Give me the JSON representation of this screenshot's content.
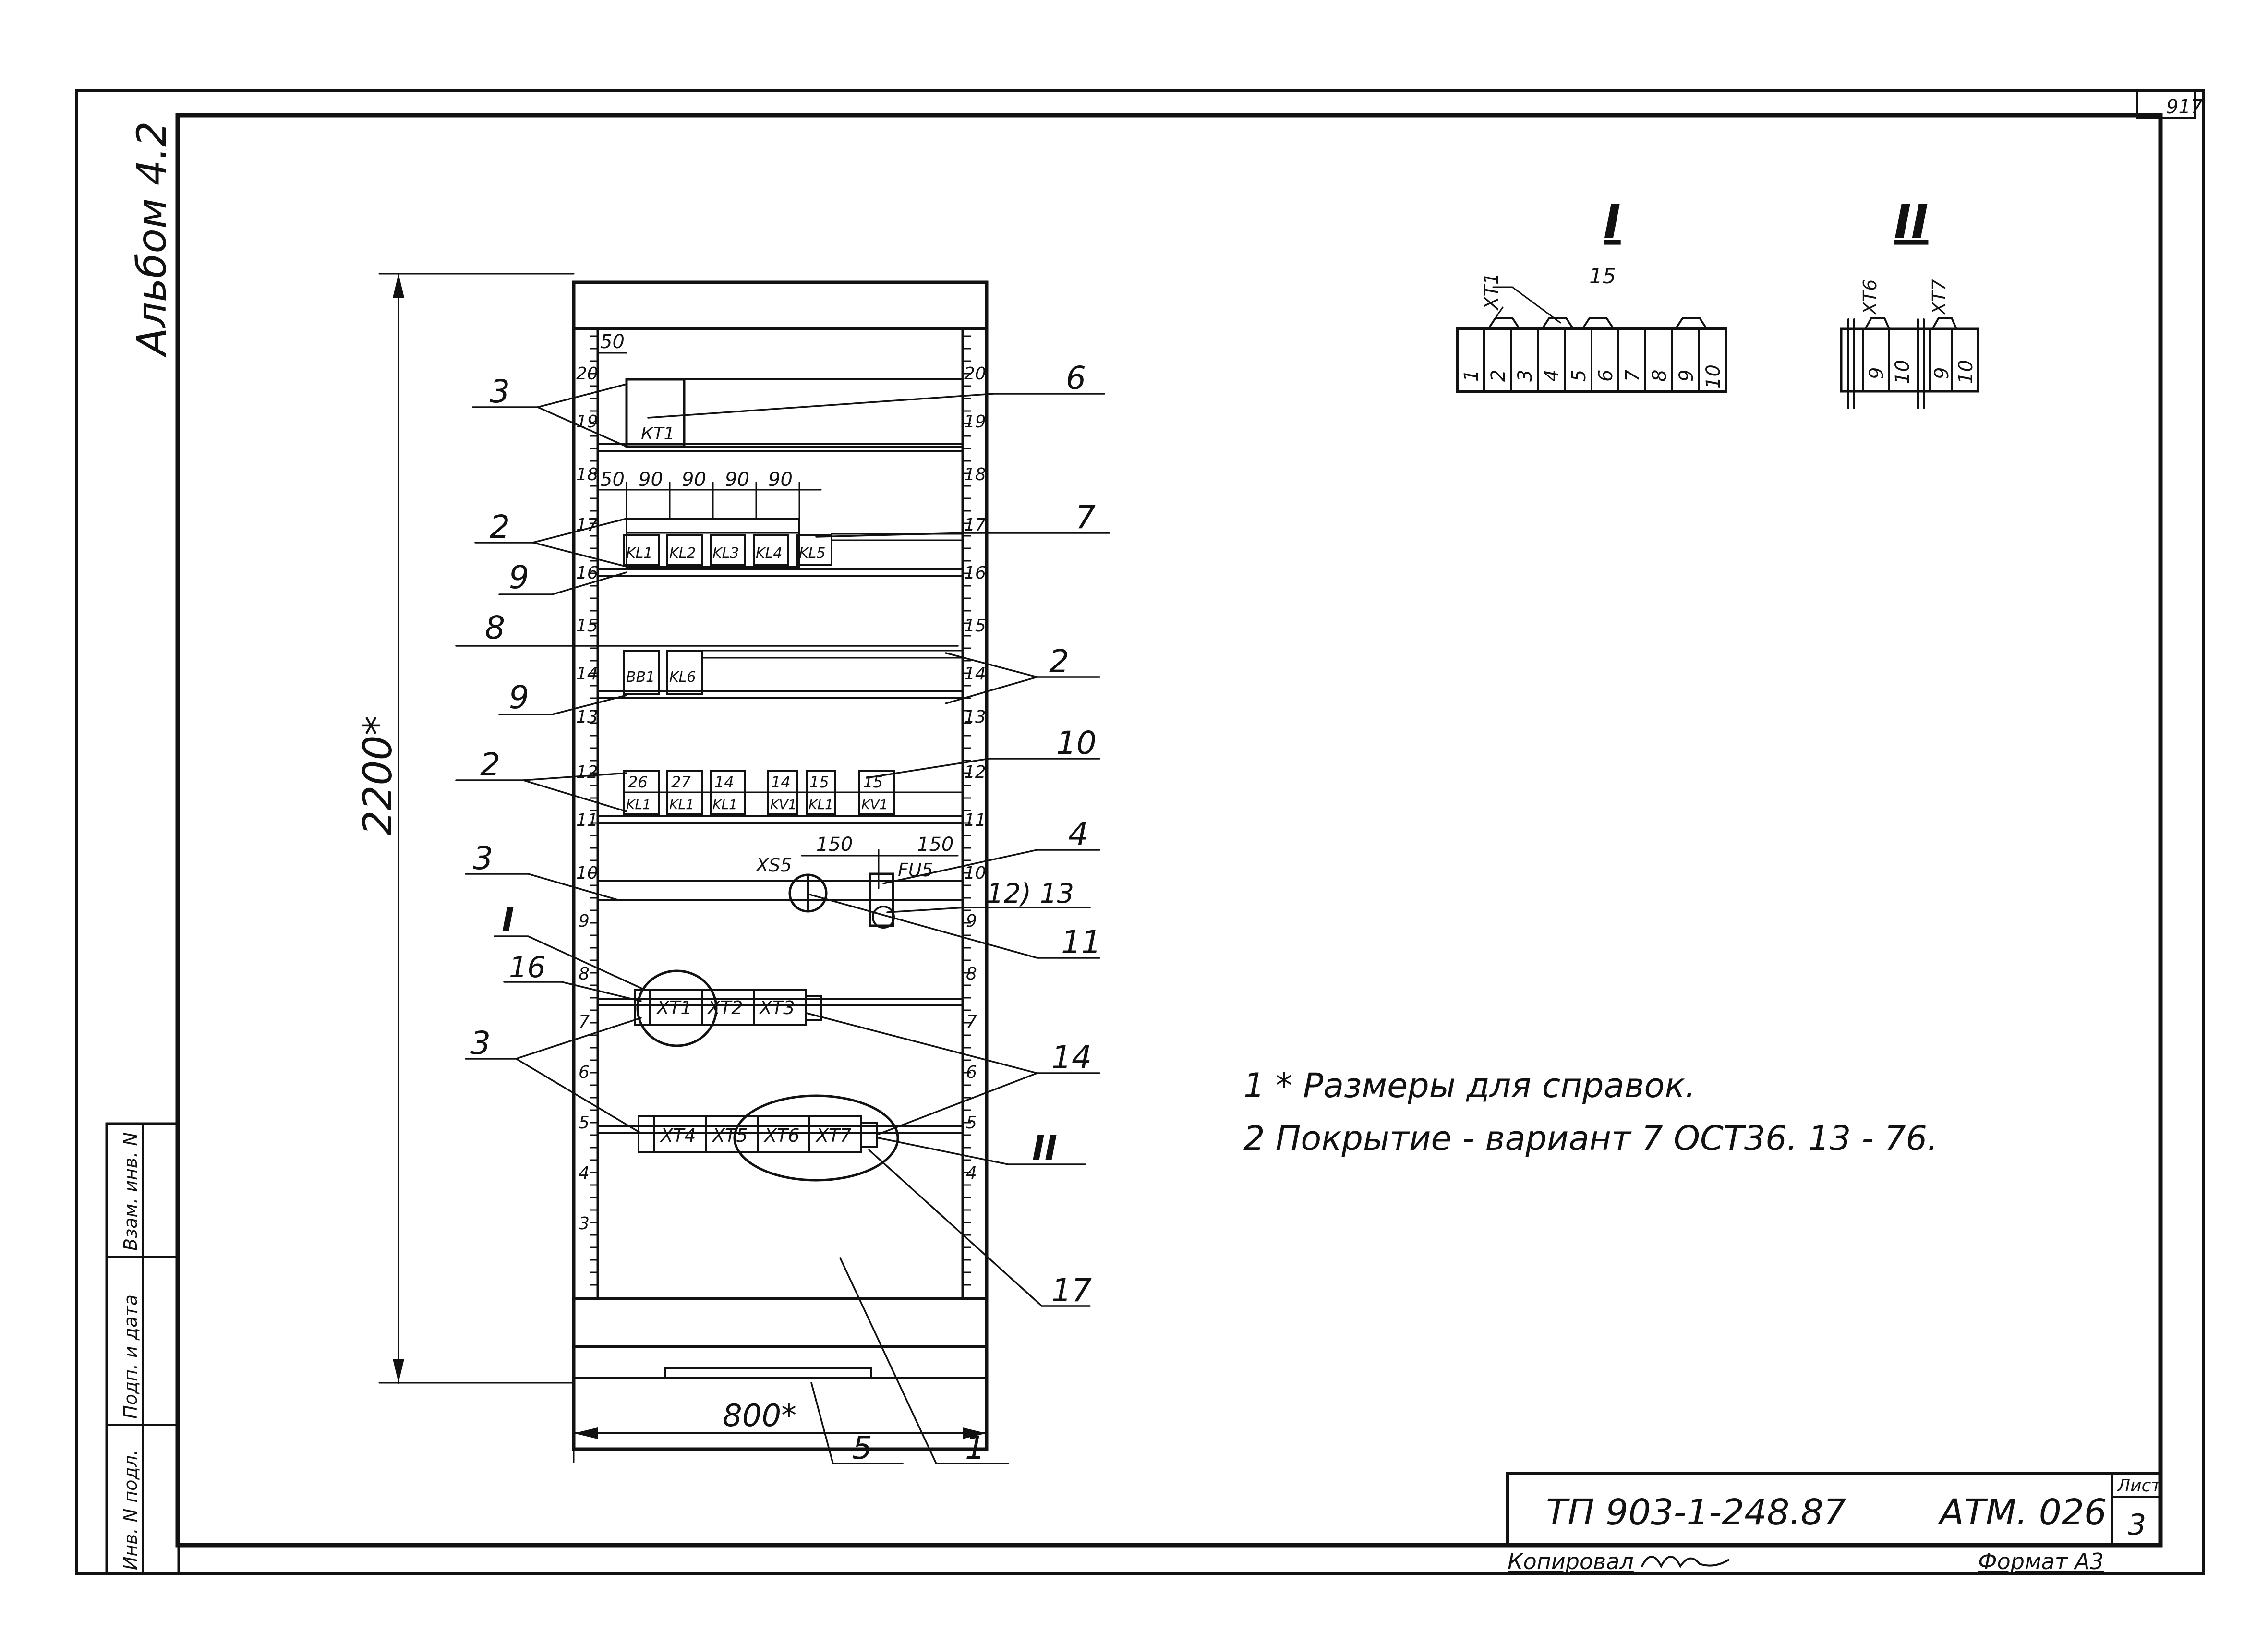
{
  "frame": {
    "corner_number": "917",
    "album": "Альбом 4.2",
    "side_stamp": [
      "Инв. N подл.",
      "Подп. и дата",
      "Взам. инв. N"
    ]
  },
  "title_block": {
    "code": "ТП 903-1-248.87",
    "designation": "АТМ. 026",
    "sheet_label": "Лист",
    "sheet_number": "3",
    "copied_by": "Копировал",
    "format": "Формат А3"
  },
  "dimensions": {
    "height": "2200*",
    "width": "800*",
    "d50": "50",
    "d90": "90",
    "d150": "150"
  },
  "rail_numbers": [
    "20",
    "19",
    "18",
    "17",
    "16",
    "15",
    "14",
    "13",
    "12",
    "11",
    "10",
    "9",
    "8",
    "7",
    "6",
    "5",
    "4",
    "3"
  ],
  "devices": {
    "kt1": "КТ1",
    "relays_row1": [
      "KL1",
      "KL2",
      "KL3",
      "KL4",
      "KL5"
    ],
    "row2": [
      "ВВ1",
      "KL6"
    ],
    "row3_top": [
      "26",
      "27",
      "14",
      "14",
      "15",
      "15"
    ],
    "row3_bottom": [
      "KL1",
      "KL1",
      "KL1",
      "KV1",
      "KL1",
      "KV1"
    ],
    "xs5": "XS5",
    "fu5": "FU5",
    "terminals_row1": [
      "XT1",
      "XT2",
      "XT3"
    ],
    "terminals_row2": [
      "XT4",
      "XT5",
      "XT6",
      "XT7"
    ]
  },
  "callouts": {
    "c1": "1",
    "c2": "2",
    "c3": "3",
    "c4": "4",
    "c5": "5",
    "c6": "6",
    "c7": "7",
    "c8": "8",
    "c9": "9",
    "c10": "10",
    "c11": "11",
    "c12_13": "12) 13",
    "c14": "14",
    "c16": "16",
    "c17": "17",
    "view1": "I",
    "view2": "II"
  },
  "detail_I": {
    "title": "I",
    "label_xt1": "ХТ1",
    "label_15": "15",
    "cells": [
      "1",
      "2",
      "3",
      "4",
      "5",
      "6",
      "7",
      "8",
      "9",
      "10"
    ]
  },
  "detail_II": {
    "title": "II",
    "label_xt6": "ХТ6",
    "label_xt7": "ХТ7",
    "left_cells": [
      "9",
      "10"
    ],
    "right_cells": [
      "9",
      "10"
    ]
  },
  "notes": [
    "1  * Размеры для справок.",
    "2  Покрытие - вариант 7 ОСТ36. 13 - 76."
  ]
}
